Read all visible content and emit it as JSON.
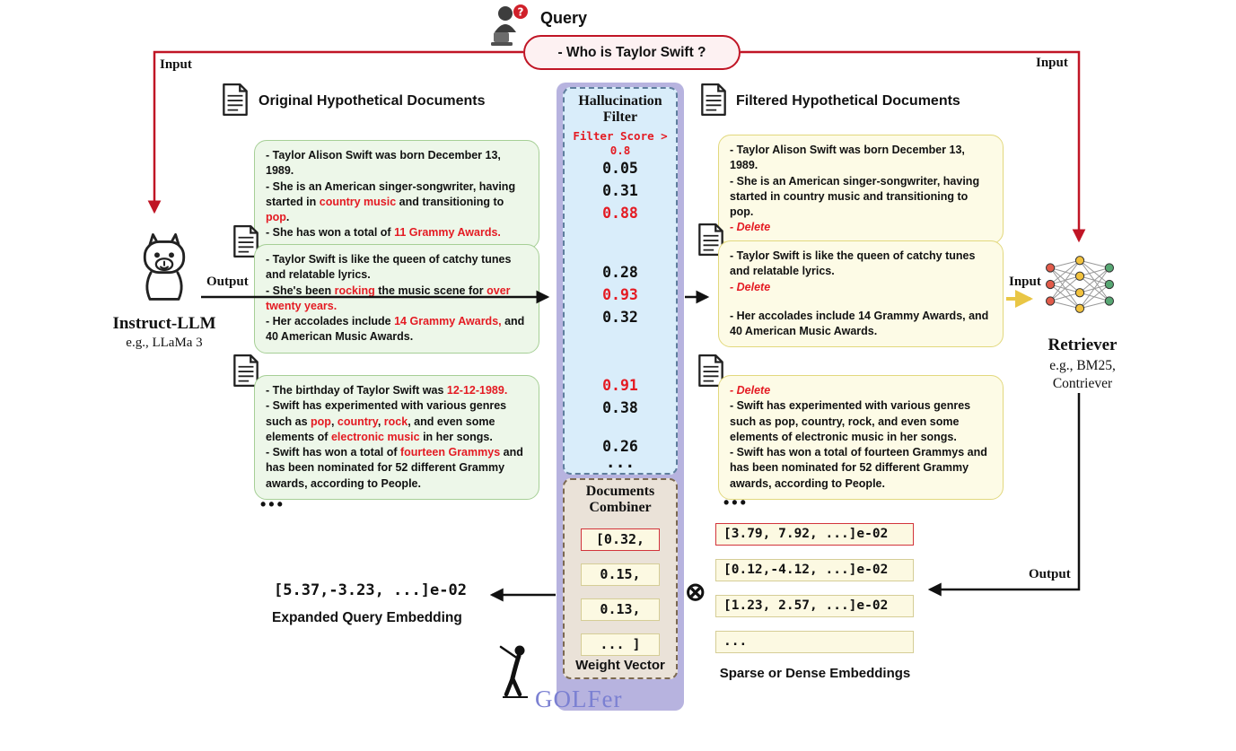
{
  "palette": {
    "red_accent": "#e41b23",
    "arrow_red": "#c01525",
    "green_box": "#edf7e9",
    "yellow_box": "#fdfbe6",
    "filter_blue": "#d9edfa",
    "purple_band": "#b7b3df",
    "combiner_tan": "#eae2d8",
    "golfer_label_color": "#7b80d2",
    "arrow_yellow": "#e9c645"
  },
  "query": {
    "label": "Query",
    "text": "- Who is Taylor Swift ?"
  },
  "labels": {
    "input_left": "Input",
    "input_right": "Input",
    "input_retriever": "Input",
    "output_llm": "Output",
    "output_retriever": "Output"
  },
  "llm": {
    "name": "Instruct-LLM",
    "sub": "e.g., LLaMa 3"
  },
  "left_docs": {
    "title": "Original Hypothetical Documents",
    "ellipsis": "•••",
    "docs": [
      {
        "lines": [
          [
            {
              "t": "- Taylor Alison Swift was born December 13, 1989."
            }
          ],
          [
            {
              "t": "- She is an American singer-songwriter, having started in "
            },
            {
              "t": "country music",
              "c": "red"
            },
            {
              "t": " and transitioning to "
            },
            {
              "t": "pop",
              "c": "red"
            },
            {
              "t": "."
            }
          ],
          [
            {
              "t": "- She has won a total of "
            },
            {
              "t": "11 Grammy Awards.",
              "c": "red"
            }
          ]
        ]
      },
      {
        "lines": [
          [
            {
              "t": "- Taylor Swift is like the queen of catchy tunes and relatable lyrics."
            }
          ],
          [
            {
              "t": "- She's been "
            },
            {
              "t": "rocking",
              "c": "red"
            },
            {
              "t": " the music scene for "
            },
            {
              "t": "over twenty years.",
              "c": "red"
            }
          ],
          [
            {
              "t": "- Her accolades include "
            },
            {
              "t": "14 Grammy Awards,",
              "c": "red"
            },
            {
              "t": " and 40 American Music Awards."
            }
          ]
        ]
      },
      {
        "lines": [
          [
            {
              "t": "- The birthday of Taylor Swift was "
            },
            {
              "t": "12-12-1989.",
              "c": "red"
            }
          ],
          [
            {
              "t": "- Swift has experimented with various genres such as "
            },
            {
              "t": "pop",
              "c": "red"
            },
            {
              "t": ", "
            },
            {
              "t": "country",
              "c": "red"
            },
            {
              "t": ", "
            },
            {
              "t": "rock",
              "c": "red"
            },
            {
              "t": ", and even some elements of "
            },
            {
              "t": "electronic music",
              "c": "red"
            },
            {
              "t": " in her songs."
            }
          ],
          [
            {
              "t": "- Swift has won a total of "
            },
            {
              "t": "fourteen Grammys",
              "c": "red"
            },
            {
              "t": " and has been nominated for 52 different Grammy awards, according to People."
            }
          ]
        ]
      }
    ]
  },
  "filter": {
    "title": "Hallucination Filter",
    "subtitle": "Filter Score > 0.8",
    "groups": [
      [
        {
          "v": "0.05"
        },
        {
          "v": "0.31"
        },
        {
          "v": "0.88",
          "red": true
        }
      ],
      [
        {
          "v": "0.28"
        },
        {
          "v": "0.93",
          "red": true
        },
        {
          "v": "0.32"
        }
      ],
      [
        {
          "v": "0.91",
          "red": true
        },
        {
          "v": "0.38"
        }
      ],
      [
        {
          "v": "0.26"
        }
      ]
    ],
    "ellipsis": "..."
  },
  "combiner": {
    "title": "Documents Combiner",
    "weights": [
      {
        "v": "[0.32,",
        "hl": true
      },
      {
        "v": "0.15,"
      },
      {
        "v": "0.13,"
      },
      {
        "v": "... ]"
      }
    ],
    "caption": "Weight Vector"
  },
  "golfer_label": "GOLFer",
  "right_docs": {
    "title": "Filtered Hypothetical Documents",
    "ellipsis": "•••",
    "docs": [
      {
        "lines": [
          [
            {
              "t": "- Taylor Alison Swift was born December 13, 1989."
            }
          ],
          [
            {
              "t": "- She is an American singer-songwriter, having started in country music and transitioning to pop."
            }
          ],
          [
            {
              "t": "- Delete",
              "c": "red",
              "i": true
            }
          ]
        ]
      },
      {
        "lines": [
          [
            {
              "t": "- Taylor Swift is like the queen of catchy tunes and relatable lyrics."
            }
          ],
          [
            {
              "t": "- Delete",
              "c": "red",
              "i": true
            }
          ],
          [],
          [
            {
              "t": "- Her accolades include 14 Grammy Awards, and 40 American Music Awards."
            }
          ]
        ]
      },
      {
        "lines": [
          [
            {
              "t": "- Delete",
              "c": "red",
              "i": true
            }
          ],
          [
            {
              "t": "- Swift has experimented with various genres such as pop, country, rock, and even some elements of electronic music in her songs."
            }
          ],
          [
            {
              "t": "- Swift has won a total of fourteen Grammys and has been nominated for 52 different Grammy awards, according to People."
            }
          ]
        ]
      }
    ]
  },
  "retriever": {
    "name": "Retriever",
    "sub1": "e.g., BM25,",
    "sub2": "Contriever"
  },
  "embeddings": {
    "rows": [
      {
        "v": "[3.79, 7.92, ...]e-02",
        "hl": true
      },
      {
        "v": "[0.12,-4.12, ...]e-02"
      },
      {
        "v": "[1.23, 2.57, ...]e-02"
      },
      {
        "v": "..."
      }
    ],
    "caption": "Sparse or Dense Embeddings"
  },
  "result": {
    "embedding": "[5.37,-3.23, ...]e-02",
    "caption": "Expanded Query Embedding"
  },
  "otimes": "⊗"
}
